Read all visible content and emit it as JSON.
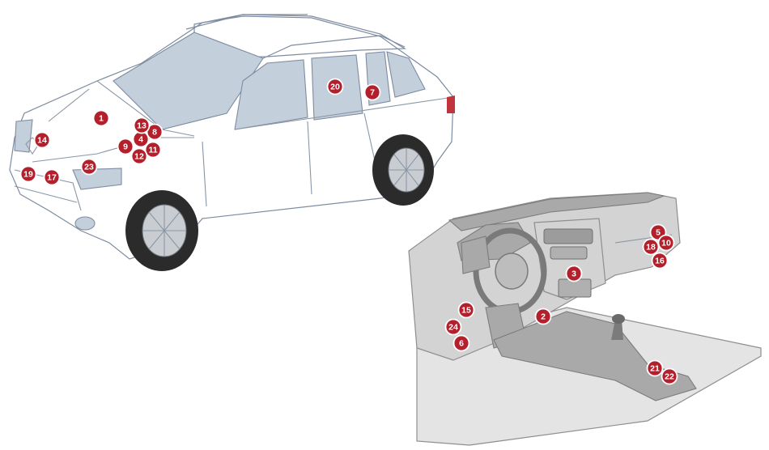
{
  "markers": [
    {
      "id": "m1",
      "label": "1"
    },
    {
      "id": "m2",
      "label": "2"
    },
    {
      "id": "m3",
      "label": "3"
    },
    {
      "id": "m4",
      "label": "4"
    },
    {
      "id": "m5",
      "label": "5"
    },
    {
      "id": "m6",
      "label": "6"
    },
    {
      "id": "m7",
      "label": "7"
    },
    {
      "id": "m8",
      "label": "8"
    },
    {
      "id": "m9",
      "label": "9"
    },
    {
      "id": "m10",
      "label": "10"
    },
    {
      "id": "m11",
      "label": "11"
    },
    {
      "id": "m12",
      "label": "12"
    },
    {
      "id": "m13",
      "label": "13"
    },
    {
      "id": "m14",
      "label": "14"
    },
    {
      "id": "m15",
      "label": "15"
    },
    {
      "id": "m16",
      "label": "16"
    },
    {
      "id": "m17",
      "label": "17"
    },
    {
      "id": "m18",
      "label": "18"
    },
    {
      "id": "m19",
      "label": "19"
    },
    {
      "id": "m20",
      "label": "20"
    },
    {
      "id": "m21",
      "label": "21"
    },
    {
      "id": "m22",
      "label": "22"
    },
    {
      "id": "m23",
      "label": "23"
    },
    {
      "id": "m24",
      "label": "24"
    }
  ],
  "colors": {
    "marker_fill": "#b3202c",
    "car_body": "#d7dfe9",
    "dashboard": "#d3d3d3"
  }
}
